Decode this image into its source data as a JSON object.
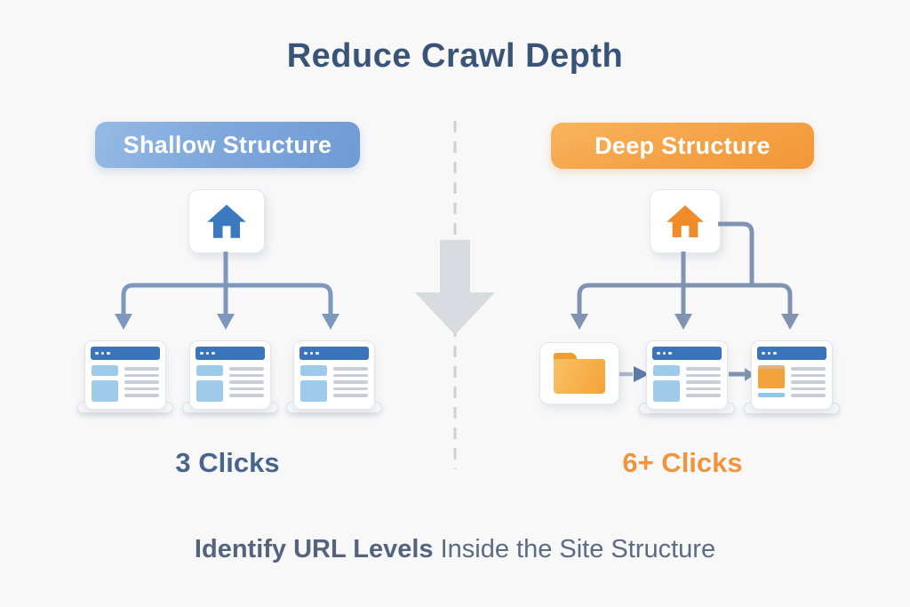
{
  "title": "Reduce Crawl Depth",
  "left_panel": {
    "banner_label": "Shallow Structure",
    "clicks_label": "3 Clicks",
    "root_icon": "home-icon",
    "child_type": "webpage",
    "child_count": 3,
    "depth_clicks": 3,
    "accent_color": "#3c7abf",
    "banner_gradient": [
      "#95bbe5",
      "#6f9ad4"
    ],
    "clicks_color": "#49658e"
  },
  "right_panel": {
    "banner_label": "Deep Structure",
    "clicks_label": "6+ Clicks",
    "root_icon": "home-icon",
    "children": [
      "folder",
      "webpage",
      "webpage-with-media"
    ],
    "depth_clicks": "6+",
    "accent_color": "#f08c28",
    "banner_gradient": [
      "#f9b45c",
      "#f1973a"
    ],
    "clicks_color": "#f0953c"
  },
  "divider": {
    "style": "vertical-dashed-line",
    "arrow_icon": "down-block-arrow",
    "arrow_color": "#d9dbe1",
    "line_color": "#cdd0da"
  },
  "connector_color_left": "#7e97bc",
  "connector_color_right": "#8093b3",
  "caption": {
    "bold": "Identify URL Levels",
    "regular": " Inside the Site Structure"
  }
}
